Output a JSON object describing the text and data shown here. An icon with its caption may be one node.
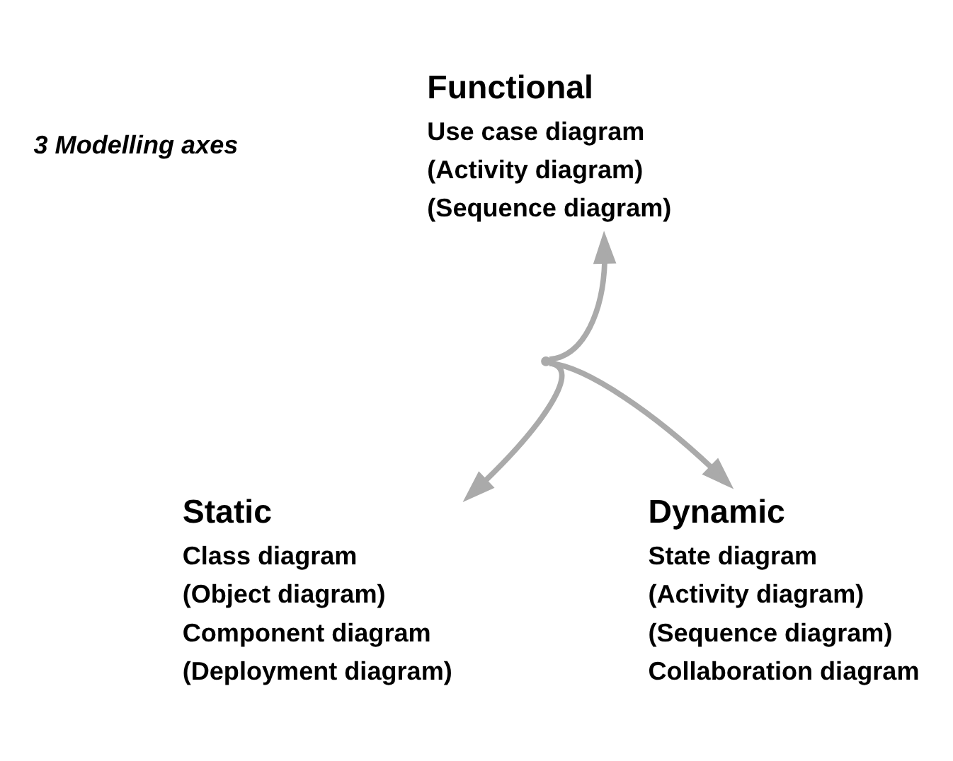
{
  "diagram": {
    "nodes": [
      {
        "text": [
          "Functional"
        ],
        "beside": [
          "Use case diagram",
          "(Activity diagram)",
          "(Sequence diagram)"
        ]
      },
      {
        "text": [
          "Static"
        ],
        "beside": [
          "Class diagram",
          "(Object diagram)",
          "Component diagram",
          "(Deployment diagram)"
        ]
      },
      {
        "text": [
          "Dynamic"
        ],
        "beside": [
          "State diagram",
          "(Activity diagram)",
          "(Sequence diagram)",
          "Collaboration diagram"
        ]
      },
      {
        "text": [],
        "shape": "point"
      }
    ],
    "edges": [
      {
        "from": 3,
        "to": 0,
        "arrow": "to"
      },
      {
        "from": 3,
        "to": 1,
        "arrow": "to"
      },
      {
        "from": 3,
        "to": 2,
        "arrow": "to"
      }
    ],
    "labels": [
      "3 Modelling axes"
    ]
  }
}
